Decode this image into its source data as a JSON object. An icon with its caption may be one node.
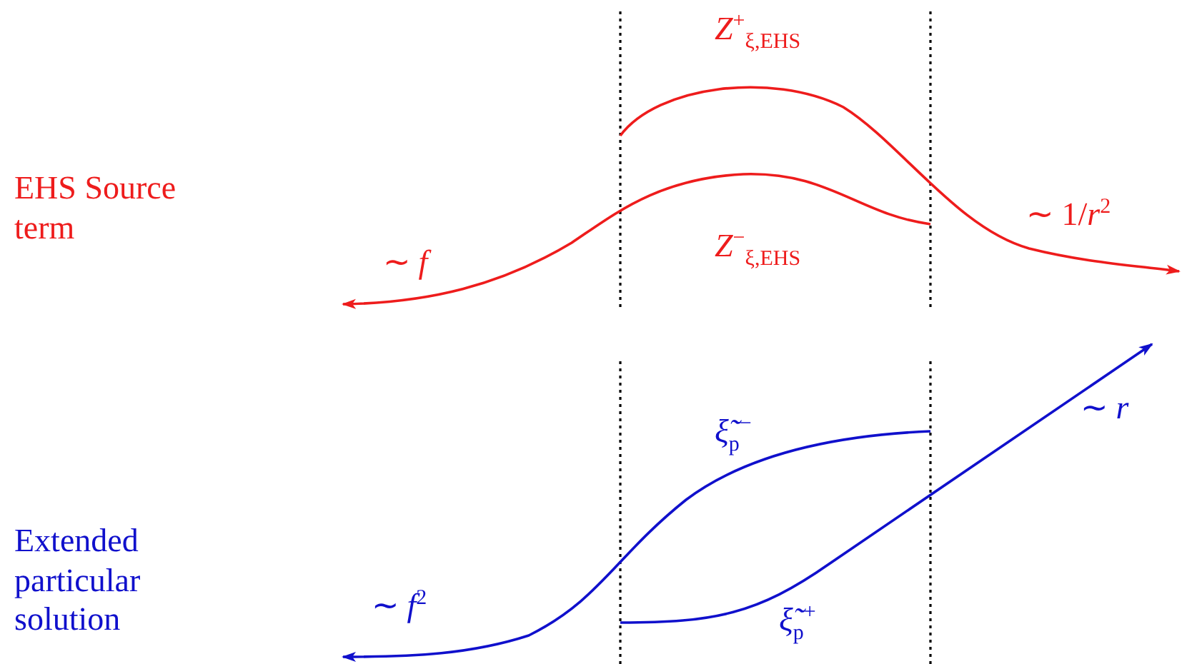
{
  "diagram": {
    "labels": [
      "*Z*$^{+}$$_{ξ,EHS}$",
      "EHS Source term",
      "∼ 1/*r*$^{2}$",
      "∼ *f*",
      "*Z*$^{−}$$_{ξ,EHS}$",
      "*ξ̃*$_{p}$$^{−}$",
      "∼ *r*",
      "Extended particular solution",
      "*ξ̃*$_{p}$$^{+}$",
      "∼ *f*$^{2}$"
    ]
  }
}
